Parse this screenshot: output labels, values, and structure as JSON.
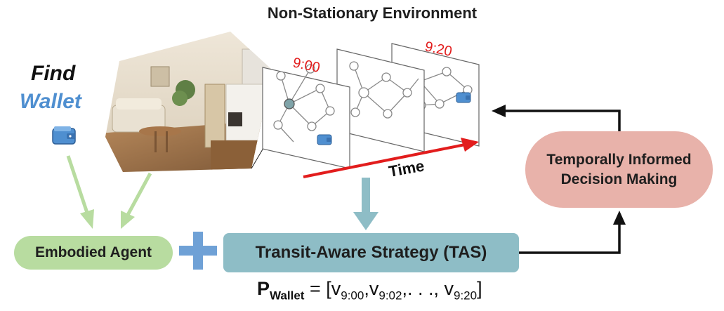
{
  "title": "Non-Stationary Environment",
  "task": {
    "verb": "Find",
    "object": "Wallet"
  },
  "agent_label": "Embodied Agent",
  "strategy_label": "Transit-Aware Strategy (TAS)",
  "decision_label": "Temporally Informed Decision Making",
  "time_label": "Time",
  "frame_times": [
    "9:00",
    "9:20"
  ],
  "formula": {
    "symbol": "P",
    "symbol_sub": "Wallet",
    "equals": "= [",
    "v1": "v",
    "v1_sub": "9:00",
    "sep1": ",",
    "v2": "v",
    "v2_sub": "9:02",
    "sep2": ",. . .,",
    "v3": "v",
    "v3_sub": "9:20",
    "close": "]"
  },
  "colors": {
    "agent": "#b8dca0",
    "strategy": "#8ebdc6",
    "decision": "#e8b2aa",
    "plus": "#6fa1d6",
    "time_arrow": "#e21d1d",
    "wallet_icon": "#4f8fd0",
    "green_arrow": "#b8dca0",
    "teal_arrow": "#8ebdc6"
  },
  "icons": [
    "wallet-icon",
    "room-photo",
    "plus-icon"
  ]
}
